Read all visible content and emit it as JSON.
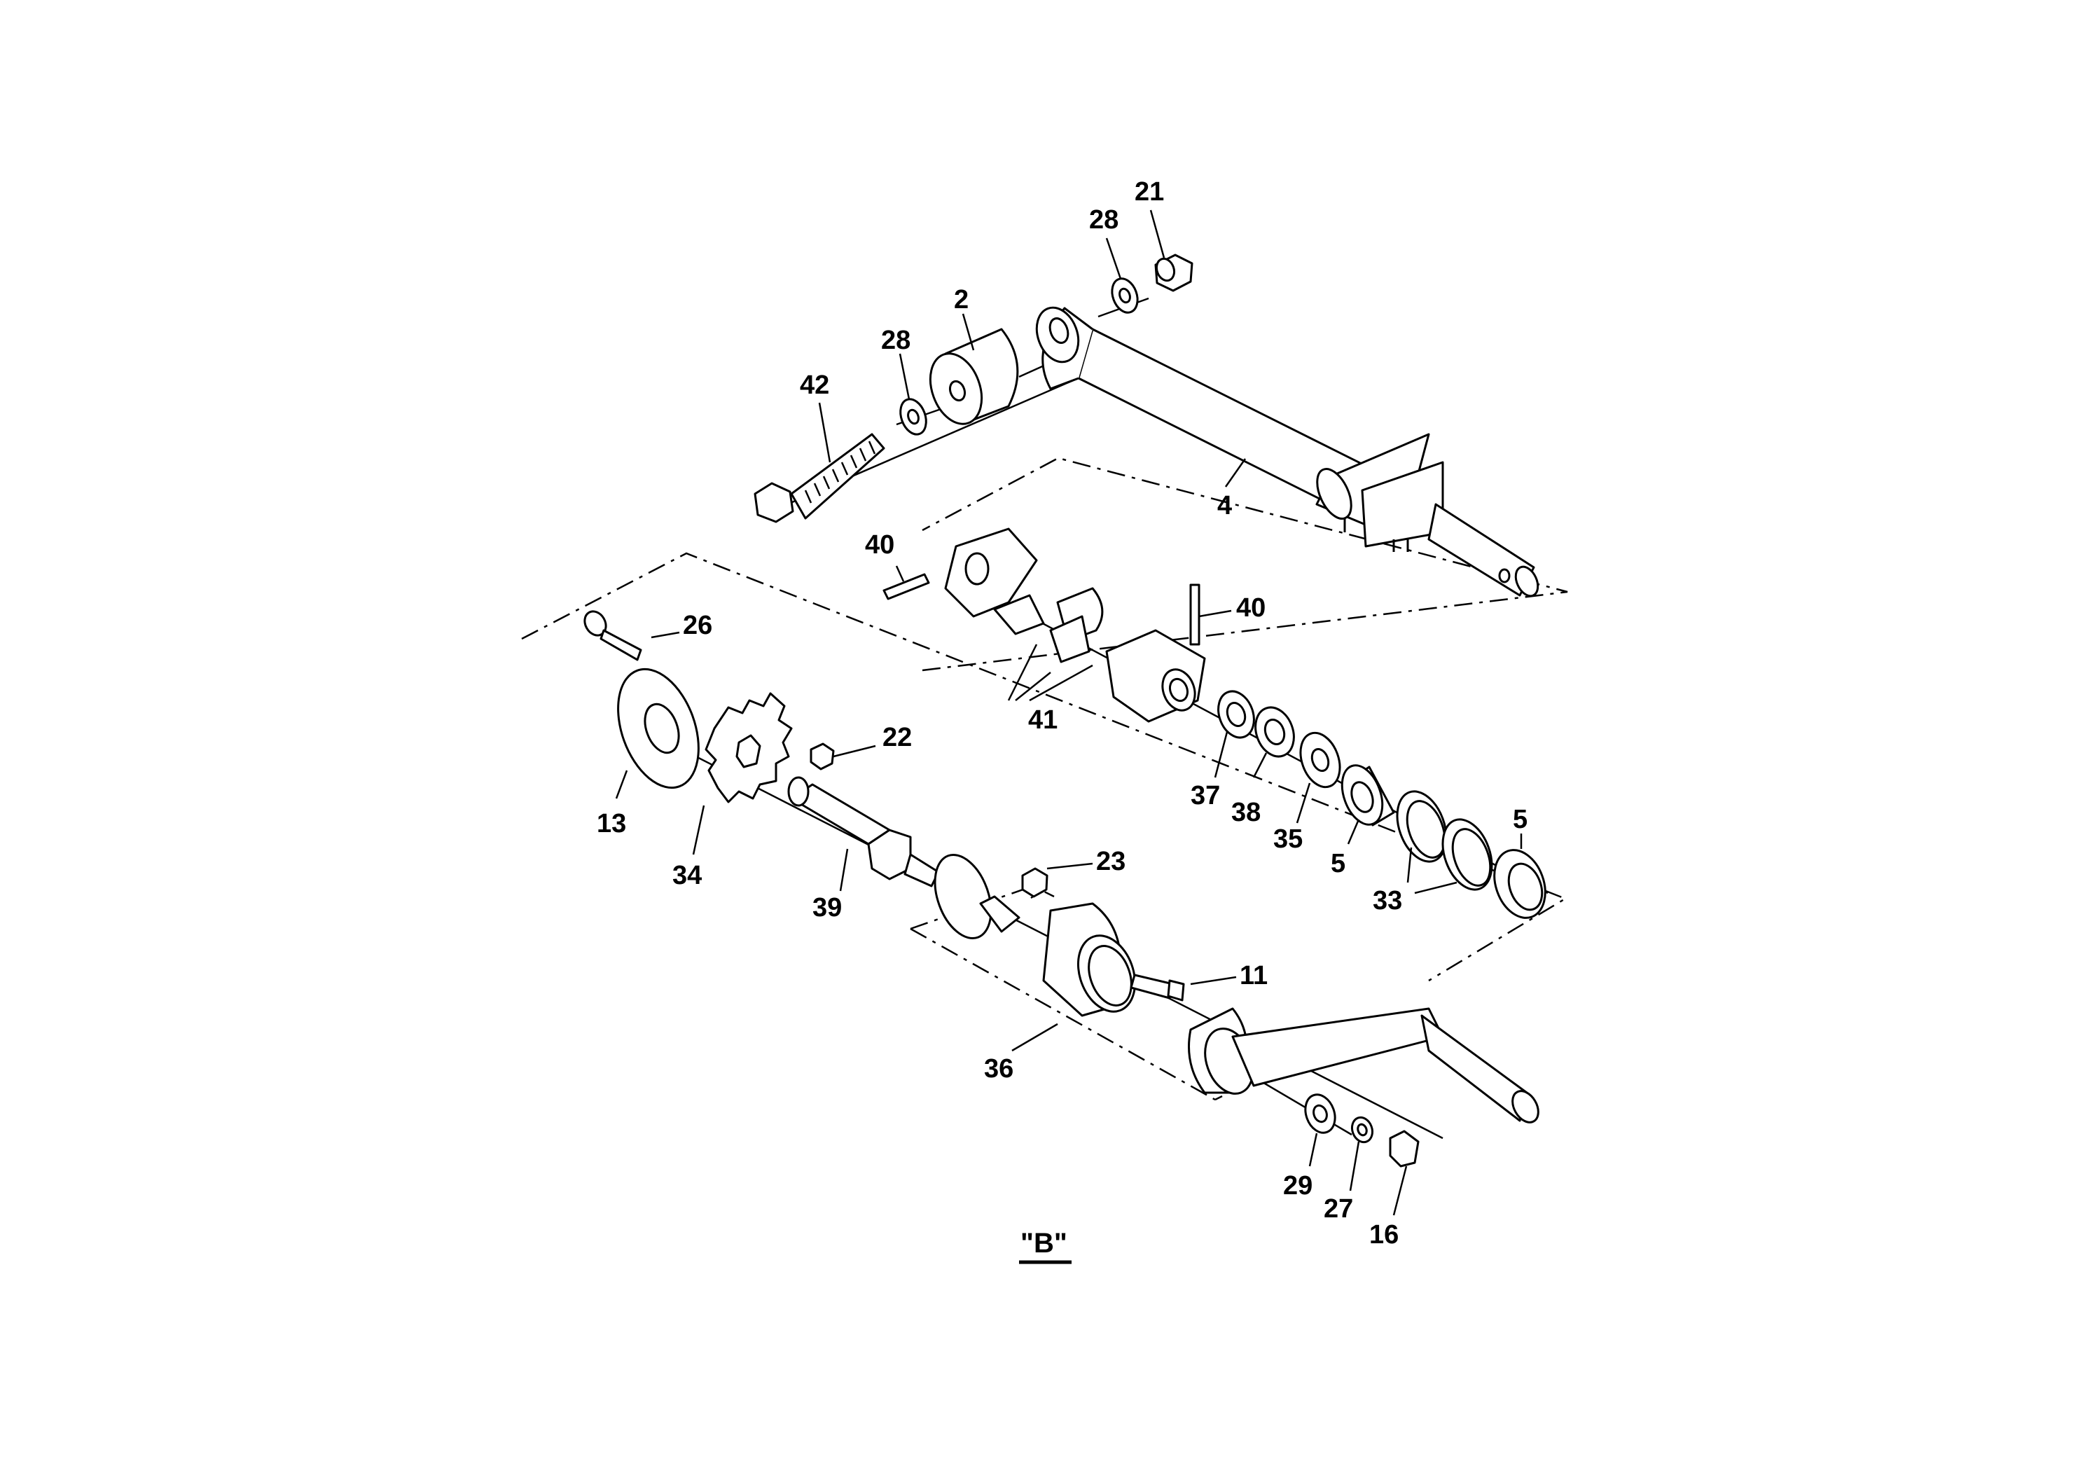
{
  "view_label": "\"B\"",
  "labels": {
    "p21": "21",
    "p28a": "28",
    "p2": "2",
    "p28b": "28",
    "p42": "42",
    "p4": "4",
    "p40a": "40",
    "p40b": "40",
    "p26": "26",
    "p41": "41",
    "p22": "22",
    "p13": "13",
    "p37": "37",
    "p38": "38",
    "p35": "35",
    "p5a": "5",
    "p5b": "5",
    "p34": "34",
    "p33": "33",
    "p23": "23",
    "p39": "39",
    "p11": "11",
    "p36": "36",
    "p29": "29",
    "p27": "27",
    "p16": "16"
  }
}
